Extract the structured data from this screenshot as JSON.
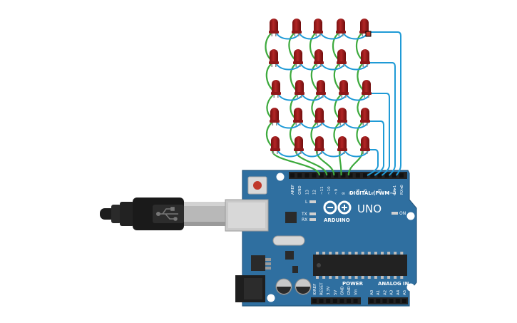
{
  "board": {
    "model": "UNO",
    "brand": "ARDUINO",
    "digital_label": "DIGITAL (PWM~)",
    "power_label": "POWER",
    "analog_label": "ANALOG IN",
    "on_label": "ON",
    "led_l_label": "L",
    "tx_label": "TX",
    "rx_label": "RX",
    "digital_pins": [
      "AREF",
      "GND",
      "13",
      "12",
      "~11",
      "~10",
      "~9",
      "8",
      "7",
      "~6",
      "~5",
      "4",
      "~3",
      "2",
      "TX▸1",
      "RX◂0"
    ],
    "power_pins": [
      "IOREF",
      "RESET",
      "3.3V",
      "5V",
      "GND",
      "GND",
      "Vin"
    ],
    "analog_pins": [
      "A0",
      "A1",
      "A2",
      "A3",
      "A4",
      "A5"
    ]
  },
  "leds": {
    "rows": 5,
    "cols": 5,
    "color": "#9b1b1b"
  },
  "colors": {
    "board": "#2f6fa0",
    "wire_green": "#3daa3d",
    "wire_blue": "#1f9ad6",
    "header": "#222222"
  }
}
